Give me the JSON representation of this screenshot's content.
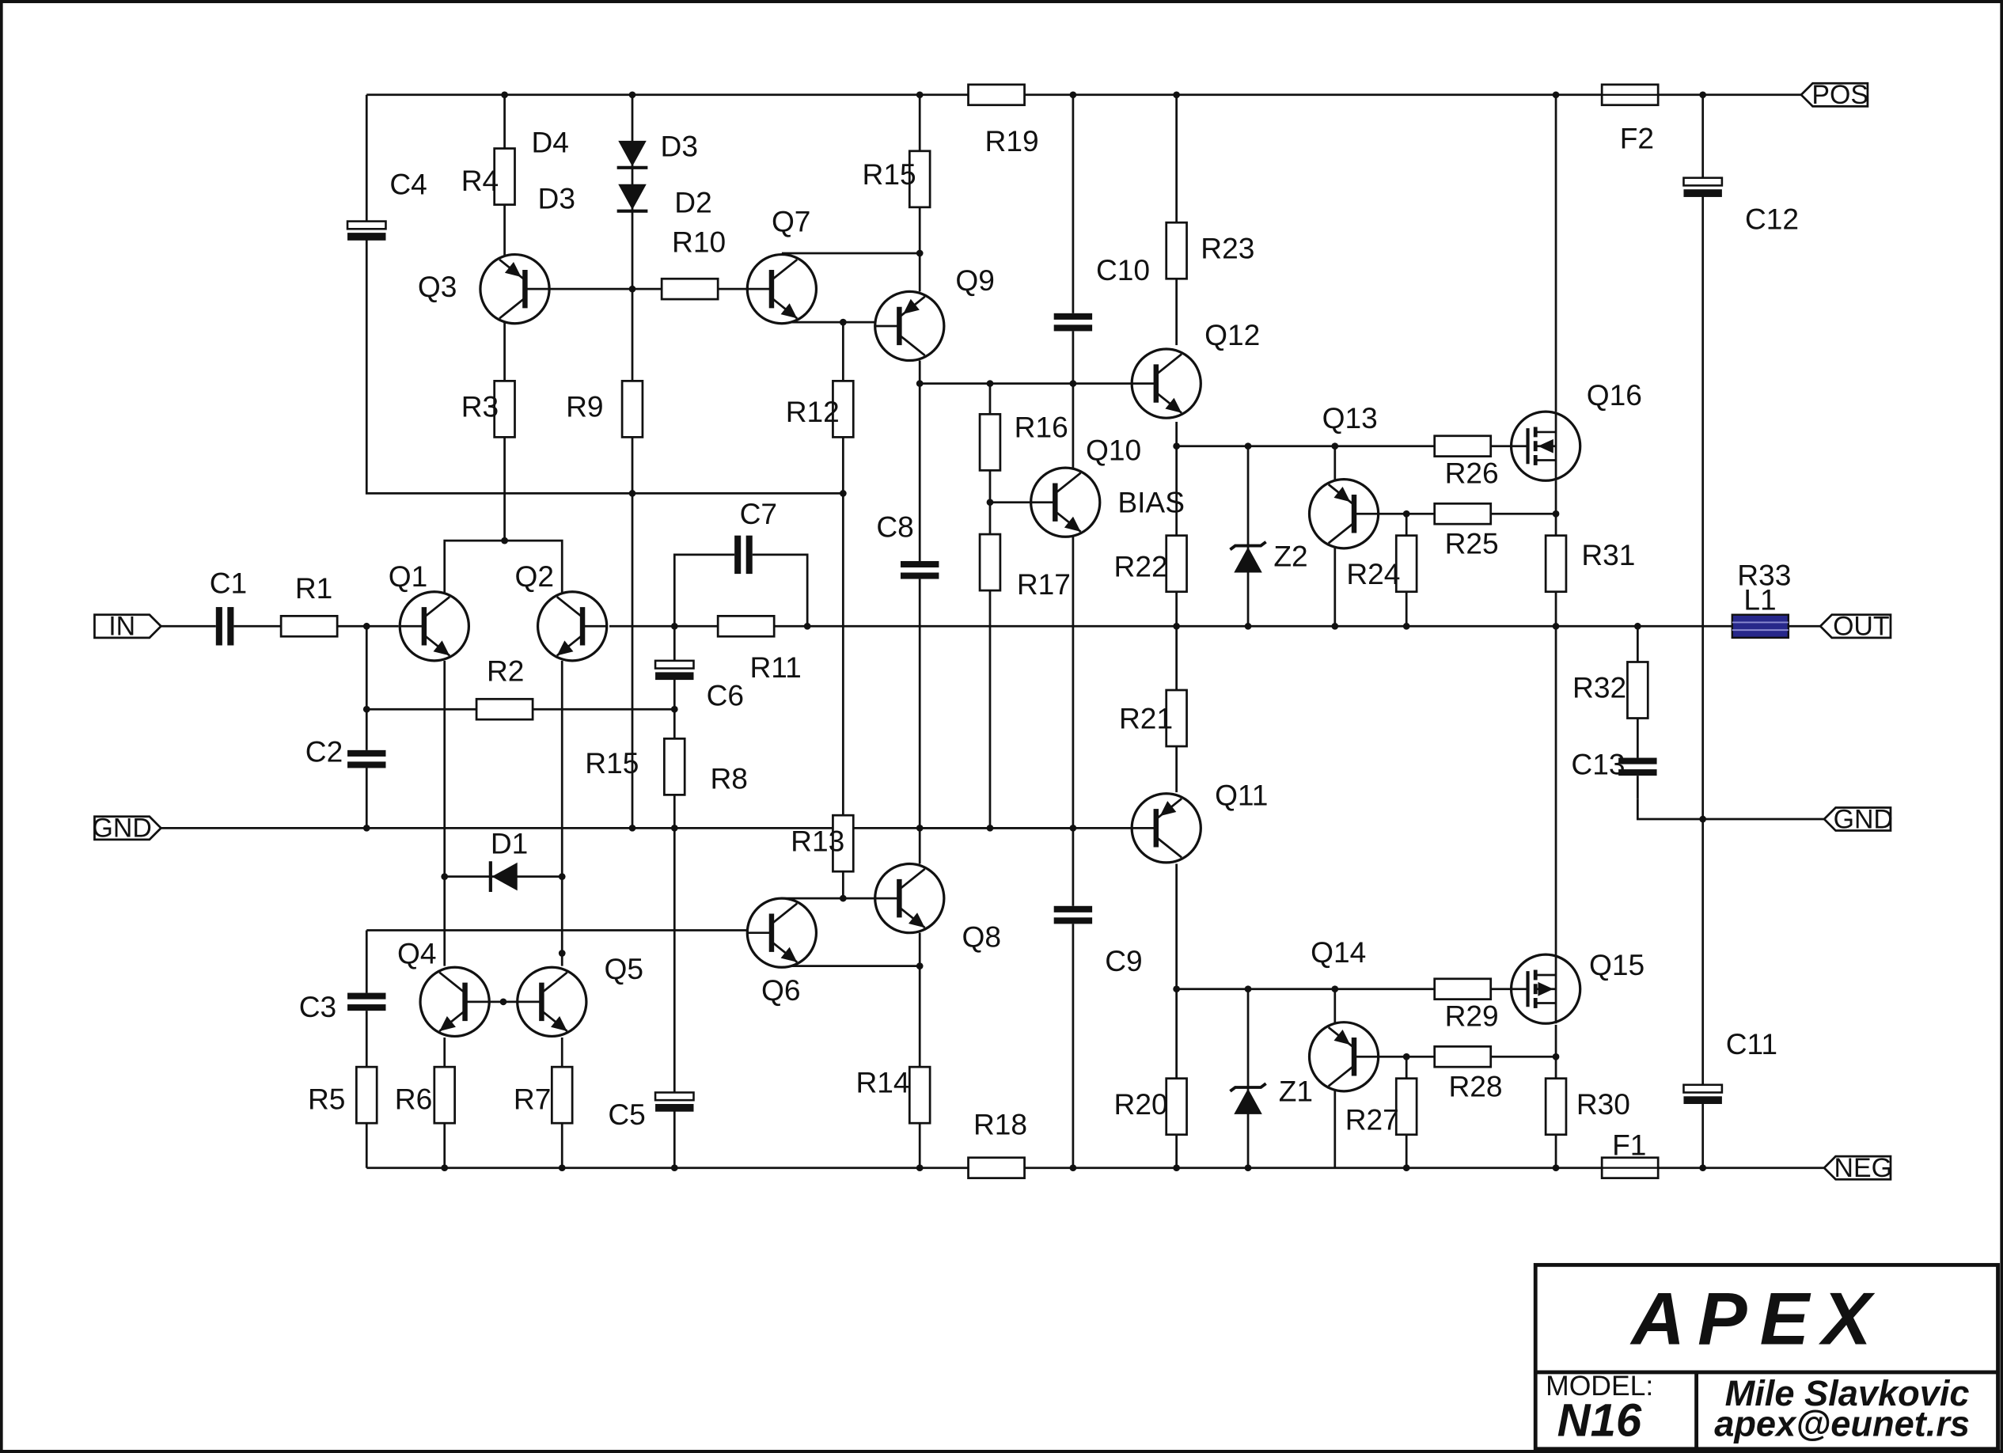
{
  "ports": {
    "in": "IN",
    "gnd_left": "GND",
    "pos": "POS",
    "out": "OUT",
    "gnd_right": "GND",
    "neg": "NEG"
  },
  "labels": {
    "c1": "C1",
    "c2": "C2",
    "c3": "C3",
    "c4": "C4",
    "c5": "C5",
    "c6": "C6",
    "c7": "C7",
    "c8": "C8",
    "c9": "C9",
    "c10": "C10",
    "c11": "C11",
    "c12": "C12",
    "c13": "C13",
    "r1": "R1",
    "r2": "R2",
    "r3": "R3",
    "r4": "R4",
    "r5": "R5",
    "r6": "R6",
    "r7": "R7",
    "r8": "R8",
    "r9": "R9",
    "r10": "R10",
    "r11": "R11",
    "r12": "R12",
    "r13": "R13",
    "r14": "R14",
    "r15a": "R15",
    "r15b": "R15",
    "r16": "R16",
    "r17": "R17",
    "r18": "R18",
    "r19": "R19",
    "r20": "R20",
    "r21": "R21",
    "r22": "R22",
    "r23": "R23",
    "r24": "R24",
    "r25": "R25",
    "r26": "R26",
    "r27": "R27",
    "r28": "R28",
    "r29": "R29",
    "r30": "R30",
    "r31": "R31",
    "r32": "R32",
    "r33": "R33",
    "l1": "L1",
    "d1": "D1",
    "d2": "D2",
    "d3a": "D3",
    "d3b": "D3",
    "d4": "D4",
    "z1": "Z1",
    "z2": "Z2",
    "f1": "F1",
    "f2": "F2",
    "q1": "Q1",
    "q2": "Q2",
    "q3": "Q3",
    "q4": "Q4",
    "q5": "Q5",
    "q6": "Q6",
    "q7": "Q7",
    "q8": "Q8",
    "q9": "Q9",
    "q10": "Q10",
    "q11": "Q11",
    "q12": "Q12",
    "q13": "Q13",
    "q14": "Q14",
    "q15": "Q15",
    "q16": "Q16",
    "bias": "BIAS"
  },
  "title_block": {
    "logo": "APEX",
    "model_label": "MODEL:",
    "model": "N16",
    "author": "Mile Slavkovic",
    "email": "apex@eunet.rs"
  },
  "colors": {
    "ink": "#111111",
    "inductor": "#27288a"
  }
}
